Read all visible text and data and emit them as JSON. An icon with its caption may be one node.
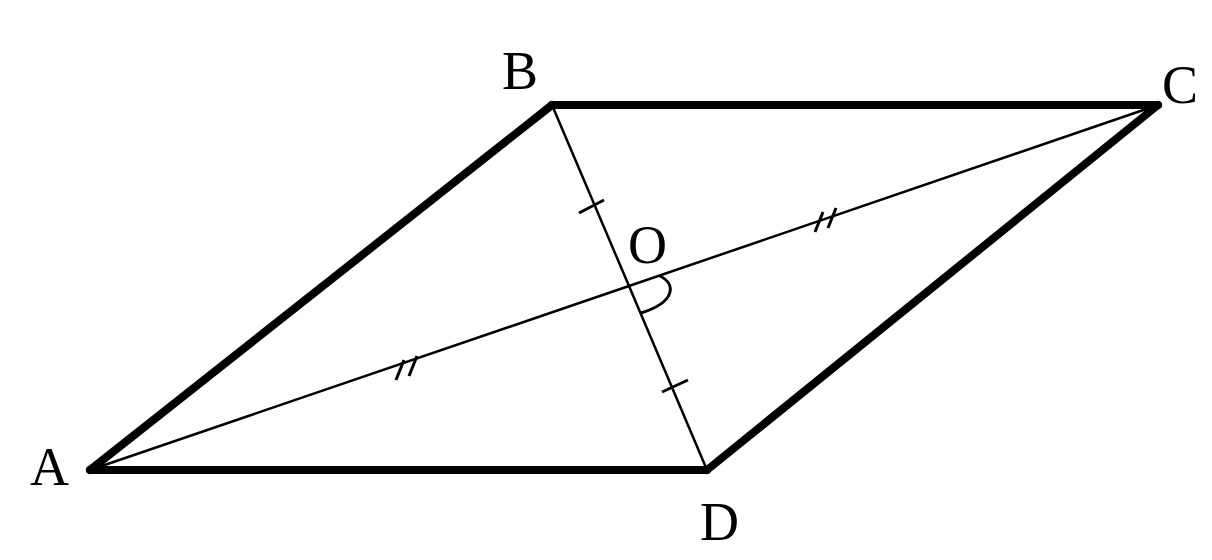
{
  "diagram": {
    "nodes": [
      {
        "text": [
          "A"
        ]
      },
      {
        "text": [
          "B"
        ]
      },
      {
        "text": [
          "C"
        ]
      },
      {
        "text": [
          "D"
        ]
      },
      {
        "text": [
          "O"
        ]
      }
    ],
    "edges": [
      {
        "from": 0,
        "to": 1,
        "arrow": "none",
        "style": "thick"
      },
      {
        "from": 1,
        "to": 2,
        "arrow": "none",
        "style": "thick"
      },
      {
        "from": 2,
        "to": 3,
        "arrow": "none",
        "style": "thick"
      },
      {
        "from": 3,
        "to": 0,
        "arrow": "none",
        "style": "thick"
      },
      {
        "from": 0,
        "to": 4,
        "arrow": "none"
      },
      {
        "from": 4,
        "to": 2,
        "arrow": "none"
      },
      {
        "from": 1,
        "to": 4,
        "arrow": "none"
      },
      {
        "from": 4,
        "to": 3,
        "arrow": "none"
      }
    ]
  }
}
